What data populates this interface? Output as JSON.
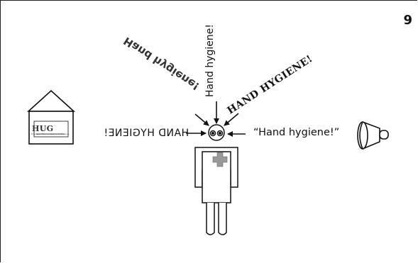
{
  "slide": {
    "page_number": "9",
    "messages": {
      "top": "Hand hygiene!",
      "right": "“Hand hygiene!”",
      "left_mirrored": "HAND HYGIENE!",
      "diagonal_right": "HAND HYGIENE!",
      "diagonal_left": "Hand hygiene!"
    },
    "hospital_logo": {
      "name": "HUG",
      "subtitle": "Hôpitaux Universitaires de Genève"
    },
    "icons": [
      "house-icon",
      "megaphone-icon",
      "person-icon",
      "medical-cross-icon"
    ]
  }
}
